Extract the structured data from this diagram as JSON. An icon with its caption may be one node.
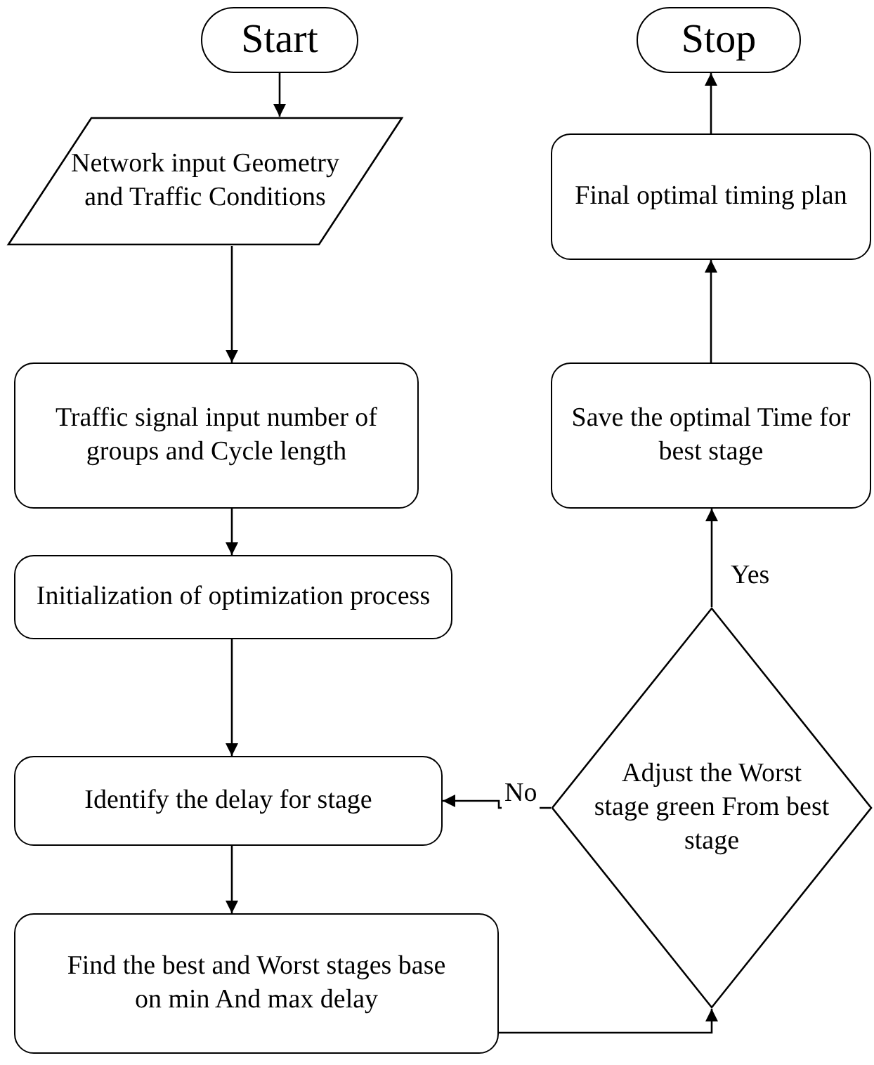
{
  "diagram": {
    "nodes": [
      {
        "text": [
          "Start"
        ]
      },
      {
        "text": [
          "Network input Geometry and Traffic Conditions"
        ]
      },
      {
        "text": [
          "Traffic signal input number of  groups and Cycle length"
        ]
      },
      {
        "text": [
          "Initialization of optimization process"
        ]
      },
      {
        "text": [
          "Identify the delay for stage"
        ]
      },
      {
        "text": [
          "Find the best and Worst stages base on min And max delay"
        ]
      },
      {
        "text": [
          "Adjust the Worst stage green From best stage"
        ]
      },
      {
        "text": [
          "Save the optimal Time for best stage"
        ]
      },
      {
        "text": [
          "Final optimal timing plan"
        ]
      },
      {
        "text": [
          "Stop"
        ]
      }
    ],
    "edges": [
      {
        "from": 0,
        "to": 1,
        "arrow": "to"
      },
      {
        "from": 1,
        "to": 2,
        "arrow": "to"
      },
      {
        "from": 2,
        "to": 3,
        "arrow": "to"
      },
      {
        "from": 3,
        "to": 4,
        "arrow": "to"
      },
      {
        "from": 4,
        "to": 5,
        "arrow": "to"
      },
      {
        "from": 5,
        "to": 6,
        "arrow": "to"
      },
      {
        "from": 6,
        "to": 4,
        "arrow": "to",
        "label": "No"
      },
      {
        "from": 6,
        "to": 7,
        "arrow": "to",
        "label": "Yes"
      },
      {
        "from": 7,
        "to": 8,
        "arrow": "to"
      },
      {
        "from": 8,
        "to": 9,
        "arrow": "to"
      }
    ]
  }
}
